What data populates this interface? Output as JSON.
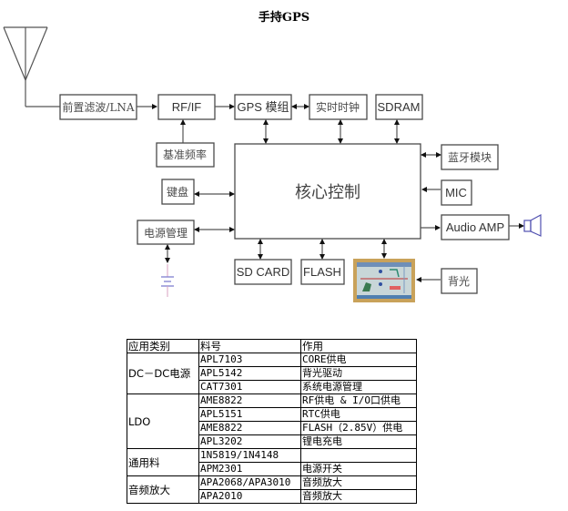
{
  "title": "手持GPS",
  "diagram": {
    "blocks": {
      "lna": "前置滤波/LNA",
      "rfif": "RF/IF",
      "gps_module": "GPS 模组",
      "rtc": "实时时钟",
      "sdram": "SDRAM",
      "ref_freq": "基准频率",
      "core": "核心控制",
      "keyboard": "键盘",
      "power_mgmt": "电源管理",
      "bluetooth": "蓝牙模块",
      "mic": "MIC",
      "audio_amp": "Audio AMP",
      "sd_card": "SD CARD",
      "flash": "FLASH",
      "backlight": "背光"
    },
    "colors": {
      "box_stroke": "#4a4a4a",
      "battery": "#8080d0",
      "speaker": "#5050b0"
    }
  },
  "table": {
    "headers": [
      "应用类别",
      "料号",
      "作用"
    ],
    "groups": [
      {
        "category": "DC－DC电源",
        "rows": [
          {
            "part": "APL7103",
            "function": "CORE供电"
          },
          {
            "part": "APL5142",
            "function": "背光驱动"
          },
          {
            "part": "CAT7301",
            "function": "系统电源管理"
          }
        ]
      },
      {
        "category": "LDO",
        "rows": [
          {
            "part": "AME8822",
            "function": "RF供电 & I/O口供电"
          },
          {
            "part": "APL5151",
            "function": "RTC供电"
          },
          {
            "part": "AME8822",
            "function": "FLASH（2.85V）供电"
          },
          {
            "part": "APL3202",
            "function": "锂电充电"
          }
        ]
      },
      {
        "category": "通用料",
        "rows": [
          {
            "part": "1N5819/1N4148",
            "function": ""
          },
          {
            "part": "APM2301",
            "function": "电源开关"
          }
        ]
      },
      {
        "category": "音频放大",
        "rows": [
          {
            "part": "APA2068/APA3010",
            "function": "音频放大"
          },
          {
            "part": "APA2010",
            "function": "音频放大"
          }
        ]
      }
    ]
  }
}
